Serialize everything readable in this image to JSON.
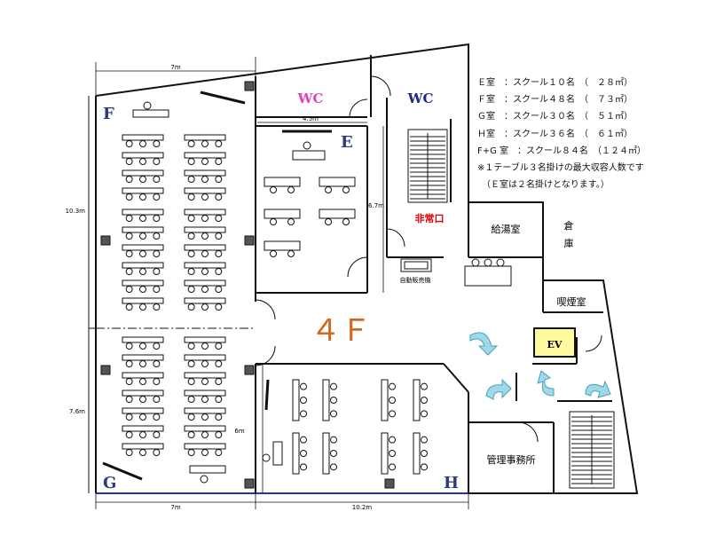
{
  "floor_label": "４Ｆ",
  "rooms": {
    "F": "F",
    "G": "G",
    "E": "E",
    "H": "H",
    "wc_left": "WC",
    "wc_right": "WC",
    "emergency_exit": "非常口",
    "kitchenette": "給湯室",
    "storage_top": "倉",
    "storage_bottom": "庫",
    "smoking_room": "喫煙室",
    "elevator": "EV",
    "office": "管理事務所",
    "vending": "自動販売機"
  },
  "dimensions": {
    "top_width_left": "7m",
    "room_e_width": "4.5m",
    "room_e_height": "6.7m",
    "left_height_top": "10.3m",
    "left_height_bottom": "7.6m",
    "room_h_depth": "6m",
    "bottom_width_left": "7m",
    "bottom_width_right": "10.2m"
  },
  "legend": [
    "Ｅ室　：スクール１０名　（　２８㎡）",
    "Ｆ室　：スクール４８名　（　７３㎡）",
    "Ｇ室　：スクール３０名　（　５１㎡）",
    "Ｈ室　：スクール３６名　（　６１㎡）",
    "F+G 室　：スクール８４名　（１２４㎡）",
    "※１テーブル３名掛けの最大収容人数です",
    "　（Ｅ室は２名掛けとなります。）"
  ],
  "colors": {
    "wall": "#111111",
    "wc_left": "#e040c0",
    "wc_right": "#1a2a8a",
    "room_letter": "#2a3a7a",
    "floor_label": "#d2691e",
    "emergency": "#e00000",
    "elevator_fill": "#fff9a0",
    "arrow": "#9fd8e8",
    "column": "#555555",
    "window_line": "#2233aa"
  }
}
